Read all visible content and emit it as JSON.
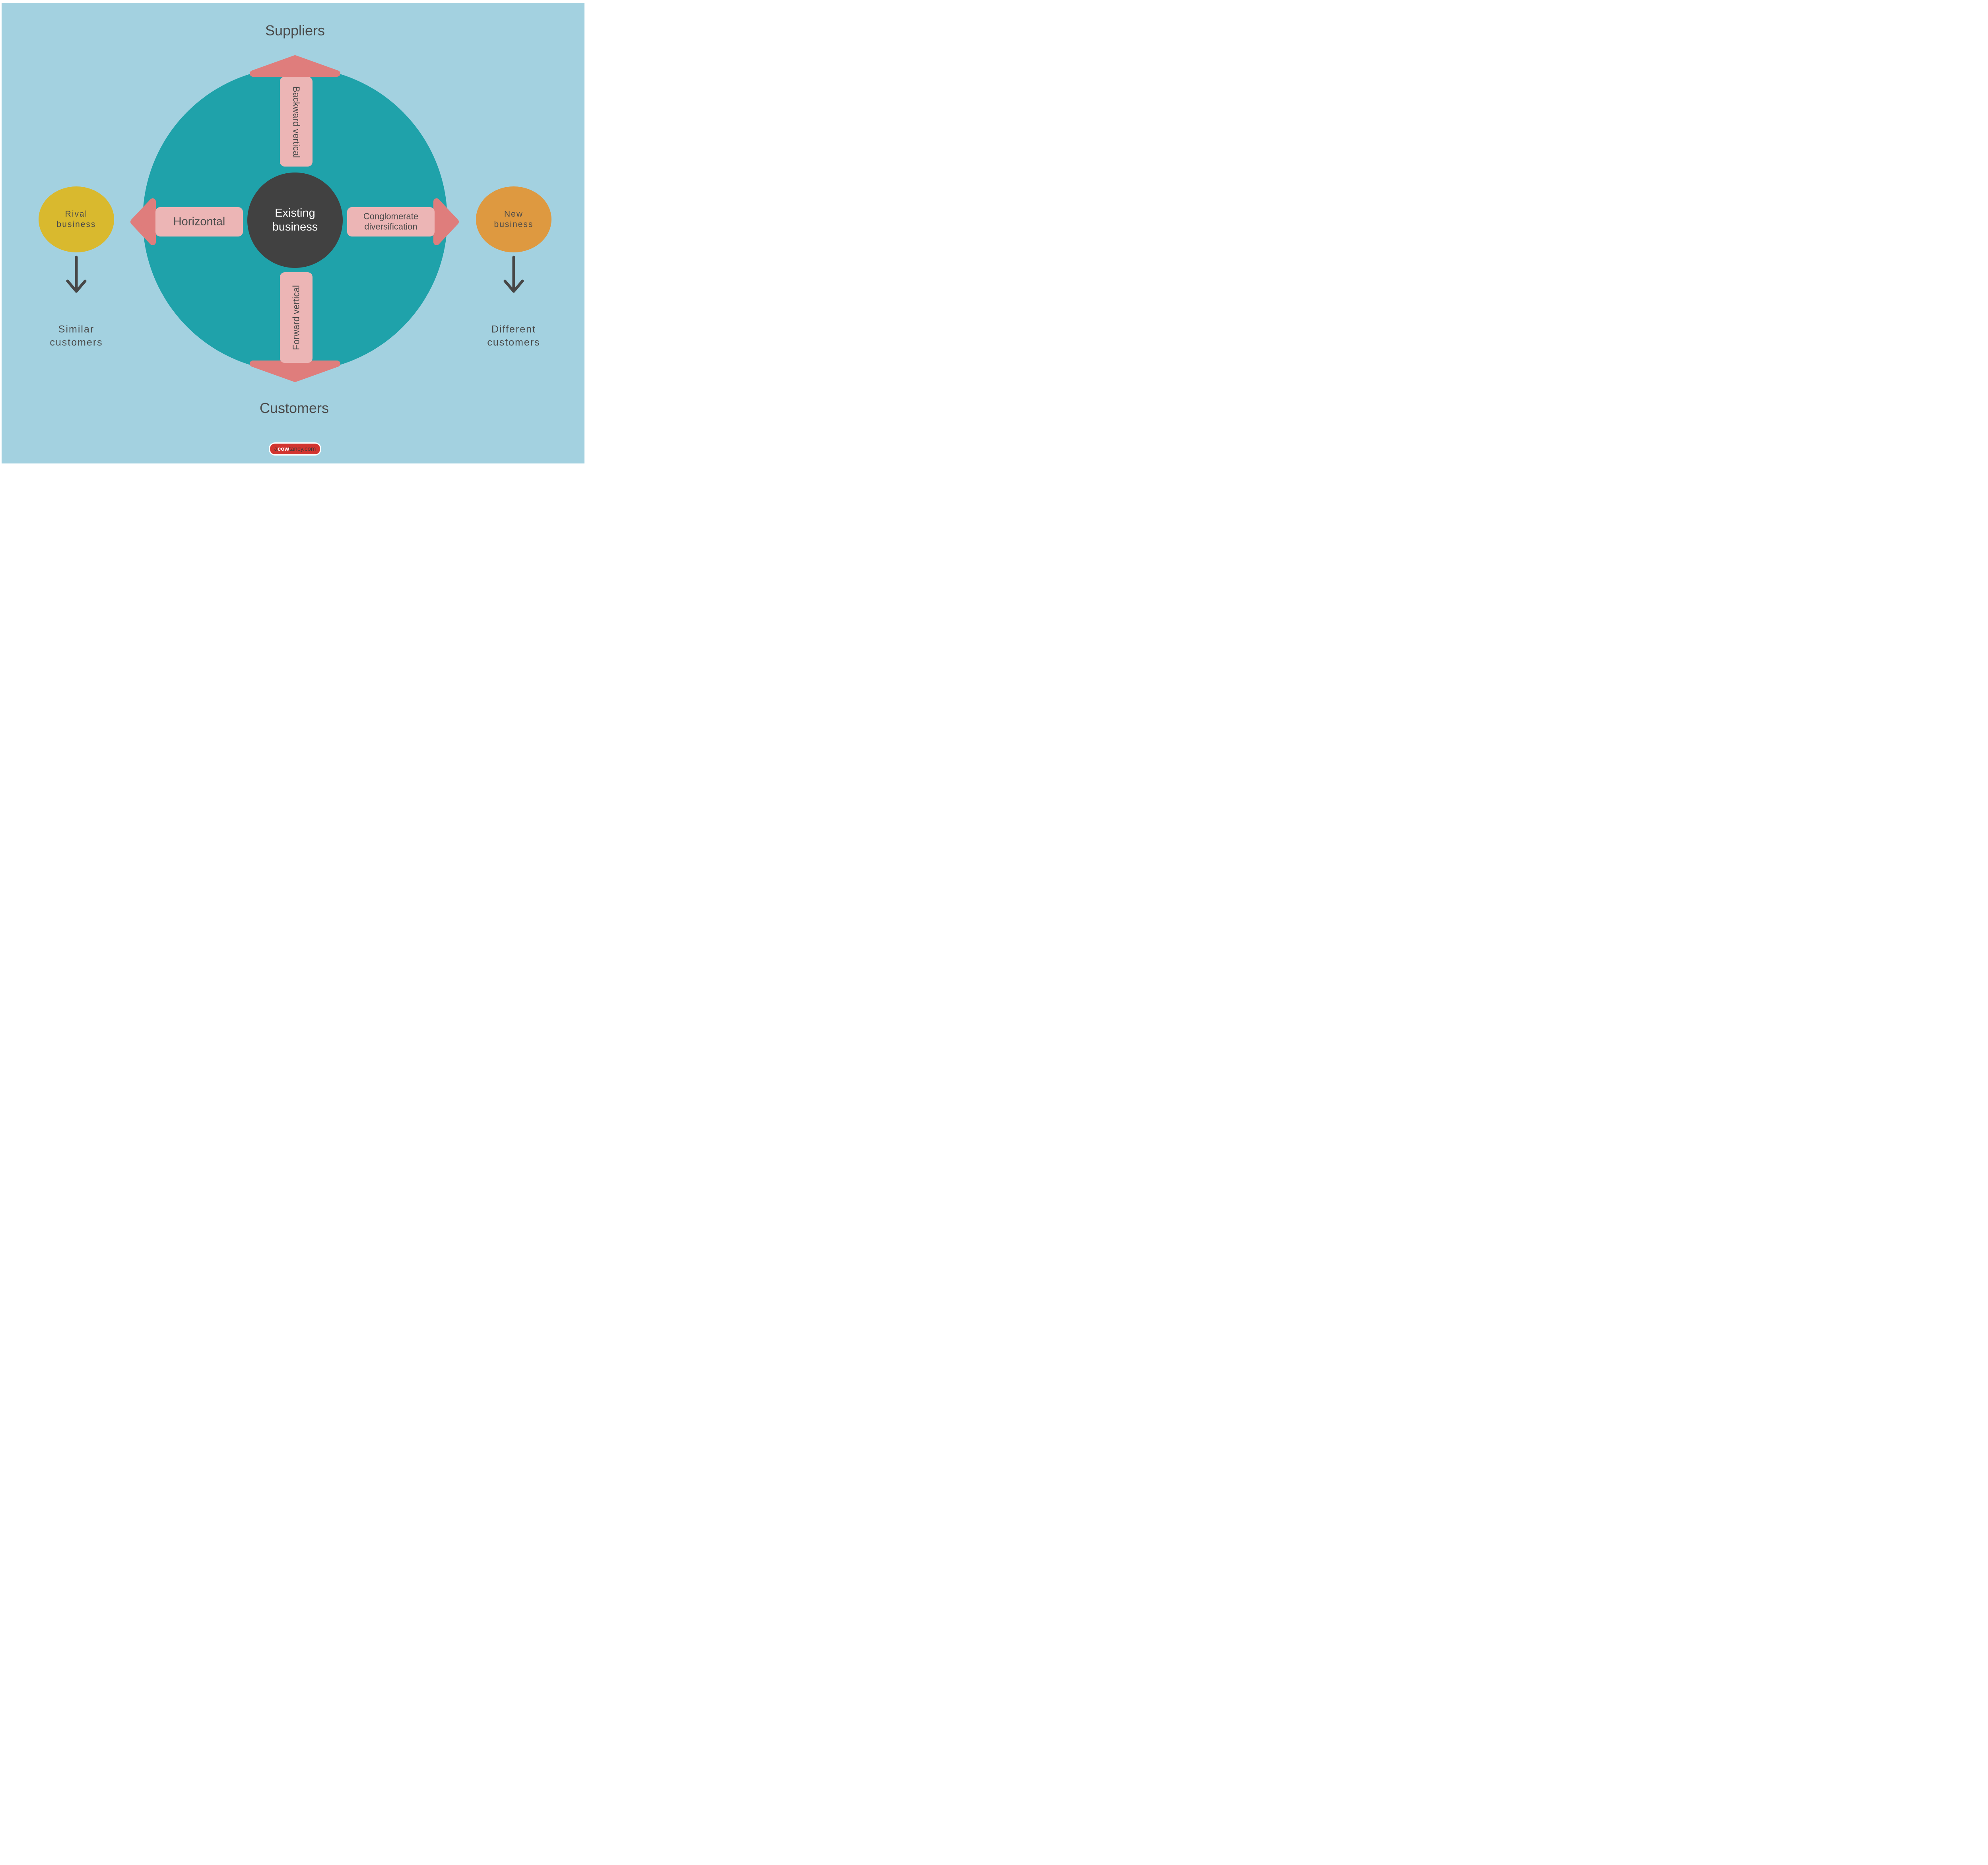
{
  "labels": {
    "top": "Suppliers",
    "bottom": "Customers"
  },
  "center": {
    "line1": "Existing",
    "line2": "business"
  },
  "arrows": {
    "up": {
      "label": "Backward vertical"
    },
    "down": {
      "label": "Forward vertical"
    },
    "left": {
      "label": "Horizontal"
    },
    "right": {
      "line1": "Conglomerate",
      "line2": "diversification"
    }
  },
  "left_group": {
    "circle_line1": "Rival",
    "circle_line2": "business",
    "result_line1": "Similar",
    "result_line2": "customers"
  },
  "right_group": {
    "circle_line1": "New",
    "circle_line2": "business",
    "result_line1": "Different",
    "result_line2": "customers"
  },
  "logo": {
    "prefix": "a",
    "brand": "cow",
    "suffix": "tancy.com"
  },
  "colors": {
    "background": "#ffffff",
    "panel": "#a3d1e0",
    "market": "#1fa2aa",
    "center_circle": "#414141",
    "arrow_body": "#ecb5b5",
    "arrow_head": "#df7d7c",
    "rival_circle": "#d9b92e",
    "new_circle": "#de9940",
    "text": "#4a4a4a",
    "center_text": "#ffffff",
    "side_arrow": "#474747",
    "logo_bg": "#d2342f",
    "logo_dark_text": "#3e3837",
    "logo_light_text": "#ffffff"
  }
}
